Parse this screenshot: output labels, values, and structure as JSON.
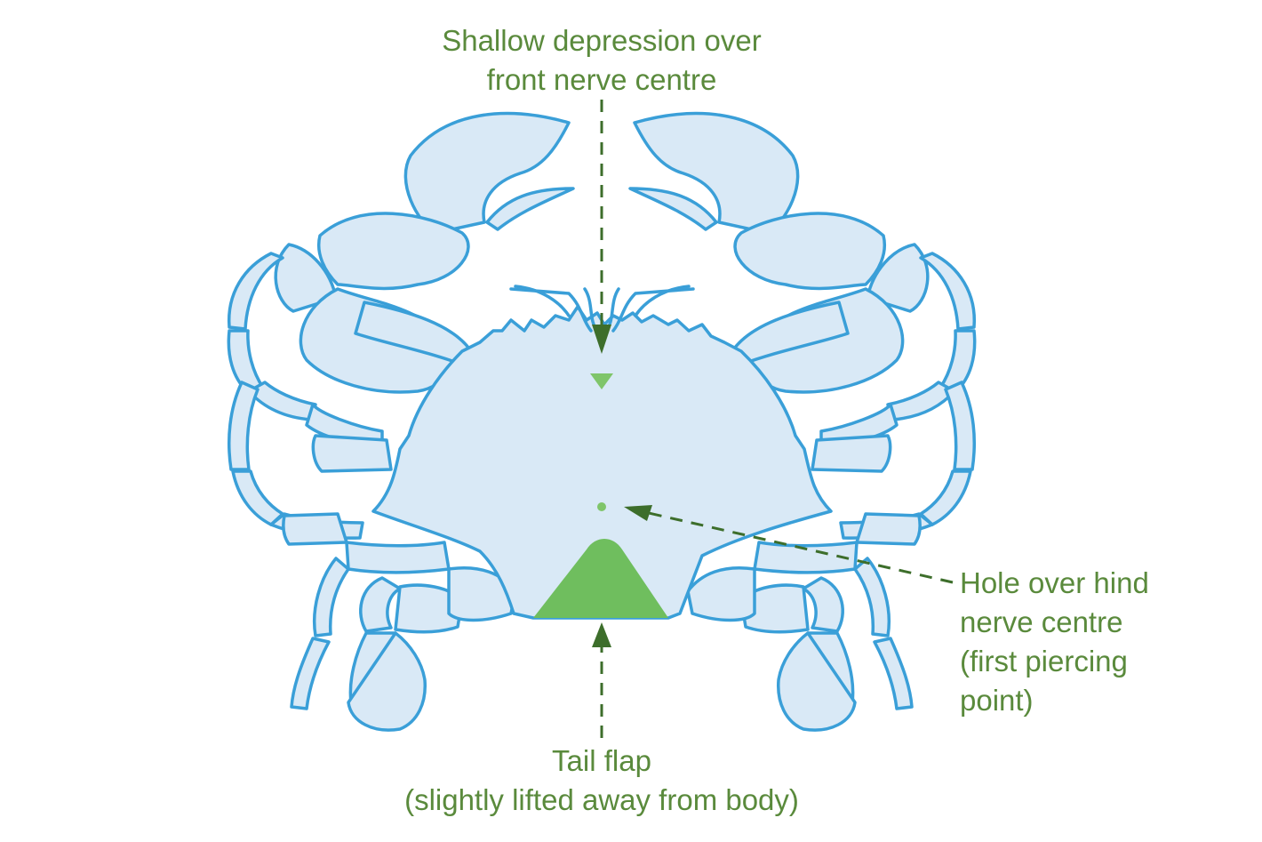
{
  "colors": {
    "outline": "#3a9fd8",
    "body_fill": "#d9e9f6",
    "label_text": "#5a8a3c",
    "arrow": "#3d6e2b",
    "tail_fill": "#6fbe5e",
    "dot_fill": "#7fc56a",
    "background": "#ffffff"
  },
  "labels": {
    "front_nerve": [
      "Shallow depression over",
      "front nerve centre"
    ],
    "hind_nerve": [
      "Hole over hind",
      "nerve centre",
      "(first piercing",
      "point)"
    ],
    "tail_flap": [
      "Tail flap",
      "(slightly lifted away from body)"
    ]
  }
}
